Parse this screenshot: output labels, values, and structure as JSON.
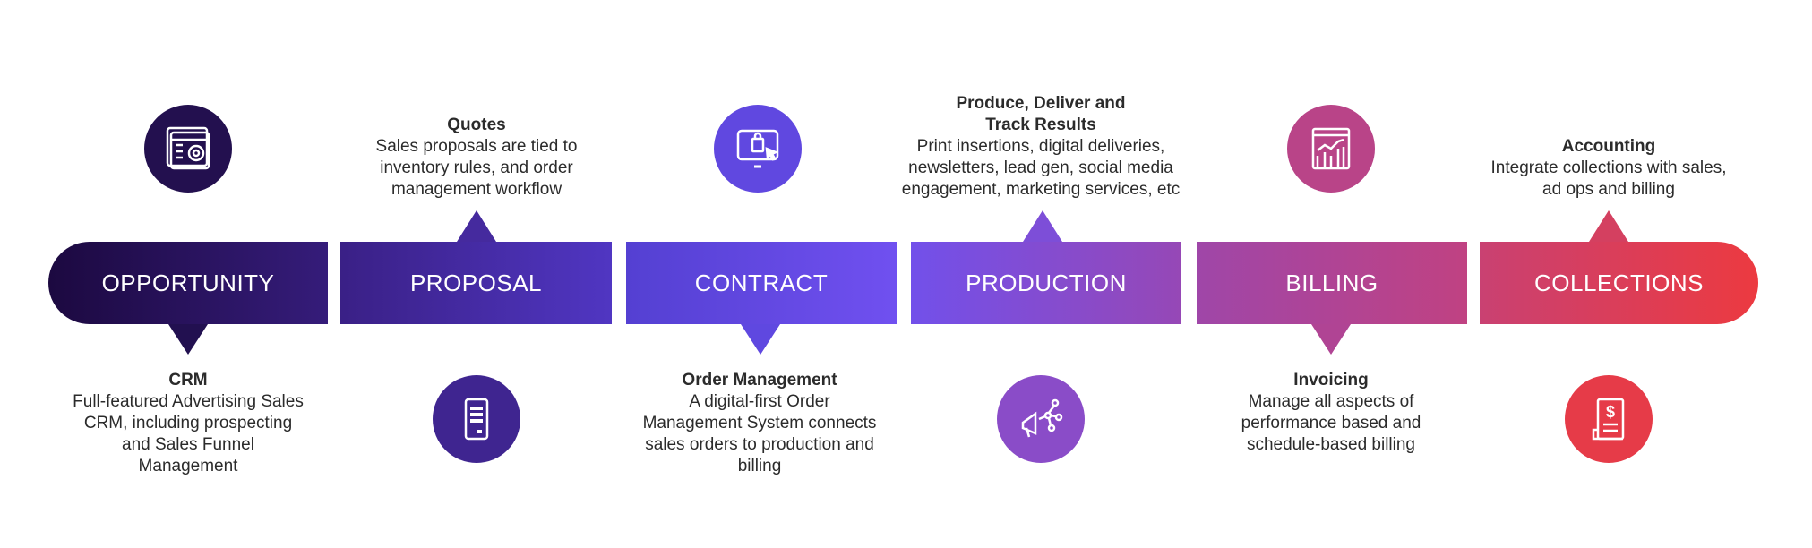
{
  "stages": [
    {
      "label": "OPPORTUNITY",
      "title": "CRM",
      "desc": "Full-featured Advertising Sales CRM, including prospecting and Sales Funnel Management",
      "icon": "settings-window-icon",
      "color": "#23104f"
    },
    {
      "label": "PROPOSAL",
      "title": "Quotes",
      "desc": "Sales proposals are tied to inventory rules, and order management workflow",
      "icon": "document-icon",
      "color": "#3f2590"
    },
    {
      "label": "CONTRACT",
      "title": "Order Management",
      "desc": "A digital-first Order Management System connects sales orders to production and billing",
      "icon": "monitor-shopping-icon",
      "color": "#6048e0"
    },
    {
      "label": "PRODUCTION",
      "title": "Produce, Deliver and Track Results",
      "desc": "Print insertions, digital deliveries, newsletters, lead gen, social media engagement, marketing services, etc",
      "icon": "megaphone-network-icon",
      "color": "#8a4cc8"
    },
    {
      "label": "BILLING",
      "title": "Invoicing",
      "desc": "Manage all aspects of performance based and schedule-based billing",
      "icon": "analytics-chart-icon",
      "color": "#b94488"
    },
    {
      "label": "COLLECTIONS",
      "title": "Accounting",
      "desc": "Integrate collections with sales, ad ops and billing",
      "icon": "invoice-dollar-icon",
      "color": "#e63b48"
    }
  ]
}
